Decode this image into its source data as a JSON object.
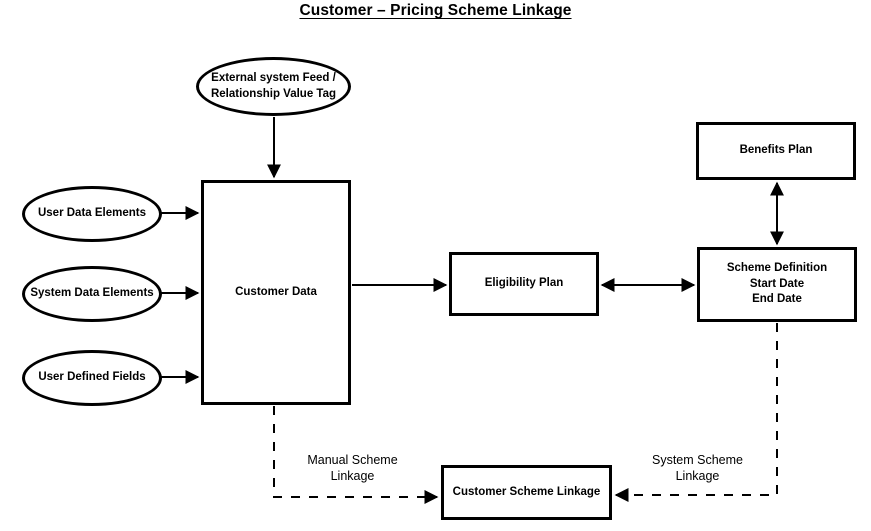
{
  "page": {
    "title": "Customer – Pricing Scheme Linkage",
    "background_color": "#ffffff",
    "stroke_color": "#000000"
  },
  "nodes": {
    "external_feed": {
      "label": "External system Feed /\nRelationship Value Tag",
      "shape": "ellipse"
    },
    "user_data_elements": {
      "label": "User Data Elements",
      "shape": "ellipse"
    },
    "system_data_elements": {
      "label": "System Data Elements",
      "shape": "ellipse"
    },
    "user_defined_fields": {
      "label": "User Defined Fields",
      "shape": "ellipse"
    },
    "customer_data": {
      "label": "Customer Data",
      "shape": "rectangle"
    },
    "eligibility_plan": {
      "label": "Eligibility Plan",
      "shape": "rectangle"
    },
    "benefits_plan": {
      "label": "Benefits Plan",
      "shape": "rectangle"
    },
    "scheme_definition": {
      "label": "Scheme Definition\nStart Date\nEnd Date",
      "shape": "rectangle"
    },
    "customer_scheme_linkage": {
      "label": "Customer Scheme Linkage",
      "shape": "rectangle"
    }
  },
  "edge_labels": {
    "manual_scheme_linkage": "Manual Scheme\nLinkage",
    "system_scheme_linkage": "System Scheme\nLinkage"
  },
  "edges": [
    {
      "from": "external_feed",
      "to": "customer_data",
      "style": "solid",
      "arrows": "single"
    },
    {
      "from": "user_data_elements",
      "to": "customer_data",
      "style": "solid",
      "arrows": "single"
    },
    {
      "from": "system_data_elements",
      "to": "customer_data",
      "style": "solid",
      "arrows": "single"
    },
    {
      "from": "user_defined_fields",
      "to": "customer_data",
      "style": "solid",
      "arrows": "single"
    },
    {
      "from": "customer_data",
      "to": "eligibility_plan",
      "style": "solid",
      "arrows": "single"
    },
    {
      "from": "eligibility_plan",
      "to": "scheme_definition",
      "style": "solid",
      "arrows": "double"
    },
    {
      "from": "scheme_definition",
      "to": "benefits_plan",
      "style": "solid",
      "arrows": "double"
    },
    {
      "from": "customer_data",
      "to": "customer_scheme_linkage",
      "style": "dashed",
      "arrows": "single",
      "label": "manual_scheme_linkage"
    },
    {
      "from": "scheme_definition",
      "to": "customer_scheme_linkage",
      "style": "dashed",
      "arrows": "single",
      "label": "system_scheme_linkage"
    }
  ]
}
